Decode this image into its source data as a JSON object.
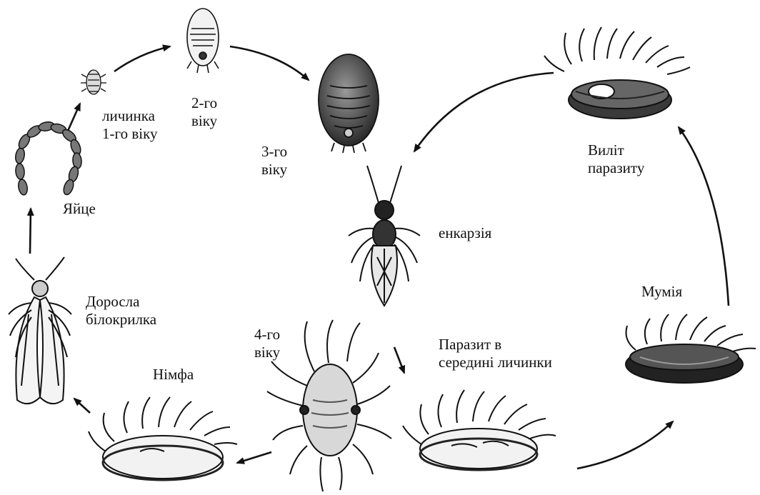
{
  "labels": {
    "larva1": "личинка\n1-го віку",
    "larva2": "2-го\nвіку",
    "larva3": "3-го\nвіку",
    "egg": "Яйце",
    "encarsia": "енкарзія",
    "emergence": "Виліт\nпаразиту",
    "mummy": "Мумія",
    "adult": "Доросла\nбілокрилка",
    "nymph": "Німфа",
    "larva4": "4-го\nвіку",
    "parasite_inside": "Паразит в\nсередині личинки"
  }
}
